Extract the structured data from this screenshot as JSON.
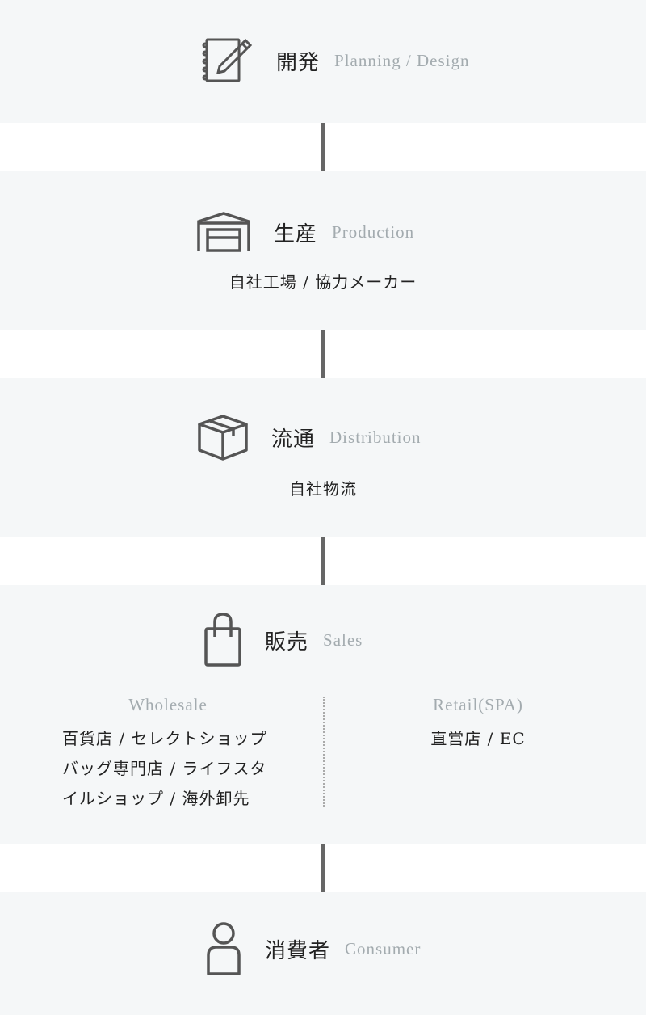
{
  "steps": {
    "planning": {
      "title_jp": "開発",
      "title_en": "Planning / Design",
      "icon": "notebook-pencil-icon"
    },
    "production": {
      "title_jp": "生産",
      "title_en": "Production",
      "icon": "factory-icon",
      "desc": "自社工場 / 協力メーカー"
    },
    "distribution": {
      "title_jp": "流通",
      "title_en": "Distribution",
      "icon": "box-icon",
      "desc": "自社物流"
    },
    "sales": {
      "title_jp": "販売",
      "title_en": "Sales",
      "icon": "shopping-bag-icon",
      "wholesale": {
        "label": "Wholesale",
        "lines": [
          "百貨店 / セレクトショップ",
          "バッグ専門店 / ライフスタ",
          "イルショップ / 海外卸先"
        ]
      },
      "retail": {
        "label": "Retail(SPA)",
        "lines": [
          "直営店 / EC"
        ]
      }
    },
    "consumer": {
      "title_jp": "消費者",
      "title_en": "Consumer",
      "icon": "person-icon"
    }
  },
  "colors": {
    "panel": "#f5f7f8",
    "connector": "#666666",
    "icon": "#555555",
    "muted": "#a3abaf",
    "text": "#222222"
  }
}
